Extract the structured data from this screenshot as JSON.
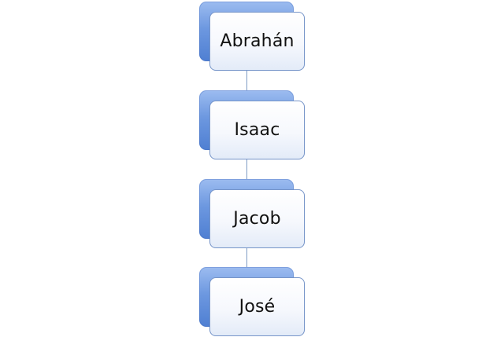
{
  "diagram": {
    "nodes": [
      {
        "label": "Abrahán"
      },
      {
        "label": "Isaac"
      },
      {
        "label": "Jacob"
      },
      {
        "label": "José"
      }
    ],
    "colors": {
      "back_box": "#6d98e0",
      "front_border": "#7594c8",
      "connector": "#7f9cc4",
      "text": "#111111"
    }
  }
}
